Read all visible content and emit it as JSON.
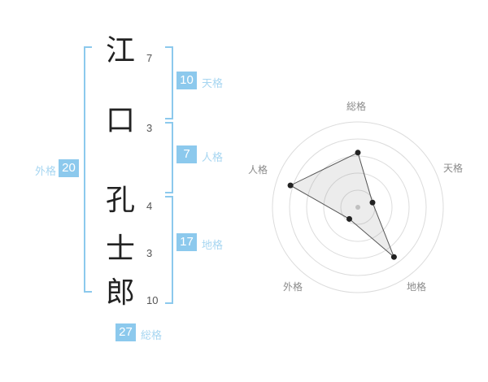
{
  "chars": [
    {
      "c": "江",
      "strokes": "7"
    },
    {
      "c": "口",
      "strokes": "3"
    },
    {
      "c": "孔",
      "strokes": "4"
    },
    {
      "c": "士",
      "strokes": "3"
    },
    {
      "c": "郎",
      "strokes": "10"
    }
  ],
  "kaku": {
    "ten": {
      "label": "天格",
      "value": "10"
    },
    "jin": {
      "label": "人格",
      "value": "7"
    },
    "chi": {
      "label": "地格",
      "value": "17"
    },
    "gai": {
      "label": "外格",
      "value": "20"
    },
    "sou": {
      "label": "総格",
      "value": "27"
    }
  },
  "colors": {
    "accent": "#8cc9ed",
    "label_blue": "#a7d6f1",
    "ring": "#dcdcdc",
    "polygon_stroke": "#555555",
    "polygon_fill": "rgba(130,130,130,0.15)",
    "point": "#222222",
    "center_dot": "#c0c0c0"
  },
  "chart_data": {
    "type": "radar",
    "categories": [
      "総格",
      "天格",
      "地格",
      "外格",
      "人格"
    ],
    "values": [
      64,
      18,
      72,
      17,
      83
    ],
    "max": 100,
    "rings": 5,
    "start_angle_deg": -90,
    "direction": "clockwise",
    "grid": "concentric-circles",
    "legend": false,
    "title": ""
  }
}
